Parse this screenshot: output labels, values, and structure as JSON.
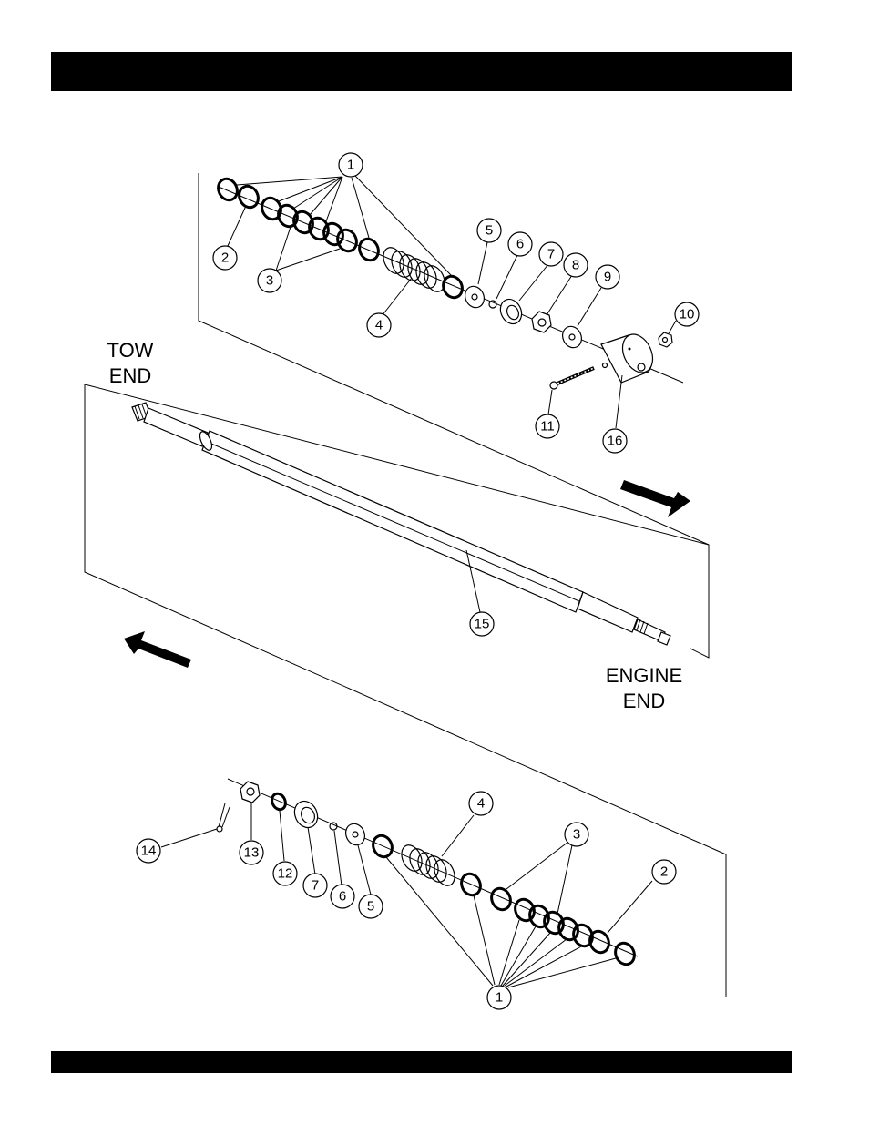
{
  "labels": {
    "tow_end": [
      "TOW",
      "END"
    ],
    "engine_end": [
      "ENGINE",
      "END"
    ]
  },
  "callouts_top": [
    "1",
    "2",
    "3",
    "4",
    "5",
    "6",
    "7",
    "8",
    "9",
    "10",
    "11",
    "16"
  ],
  "callouts_shaft": [
    "15"
  ],
  "callouts_bottom": [
    "14",
    "13",
    "12",
    "7",
    "6",
    "5",
    "4",
    "3",
    "2",
    "1"
  ]
}
